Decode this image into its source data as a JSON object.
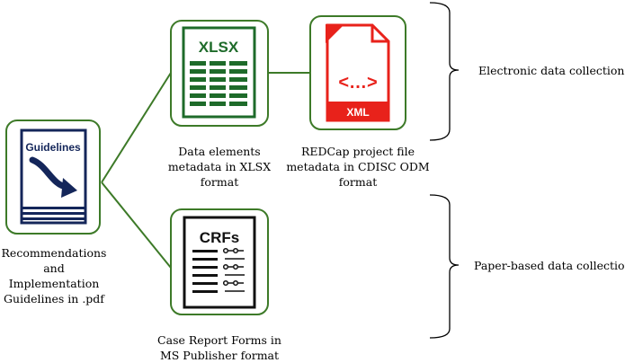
{
  "nodes": {
    "guidelines": {
      "icon_text": "Guidelines",
      "caption_lines": [
        "Recommendations",
        "and Implementation",
        "Guidelines in .pdf"
      ]
    },
    "xlsx": {
      "icon_text": "XLSX",
      "caption_lines": [
        "Data elements",
        "metadata in XLSX",
        "format"
      ]
    },
    "redcap": {
      "icon_code": "<…>",
      "icon_text": "XML",
      "caption_lines": [
        "REDCap project file",
        "metadata in CDISC ODM",
        "format"
      ]
    },
    "crf": {
      "icon_text": "CRFs",
      "caption_lines": [
        "Case Report Forms in",
        "MS Publisher format"
      ]
    }
  },
  "groups": {
    "electronic": "Electronic data collection",
    "paper": "Paper-based data collection"
  },
  "colors": {
    "node_border": "#3d7a28",
    "navy": "#14265a",
    "xlsx_green": "#1e6b2a",
    "xml_red": "#e8221b",
    "crf_dark": "#111111"
  }
}
